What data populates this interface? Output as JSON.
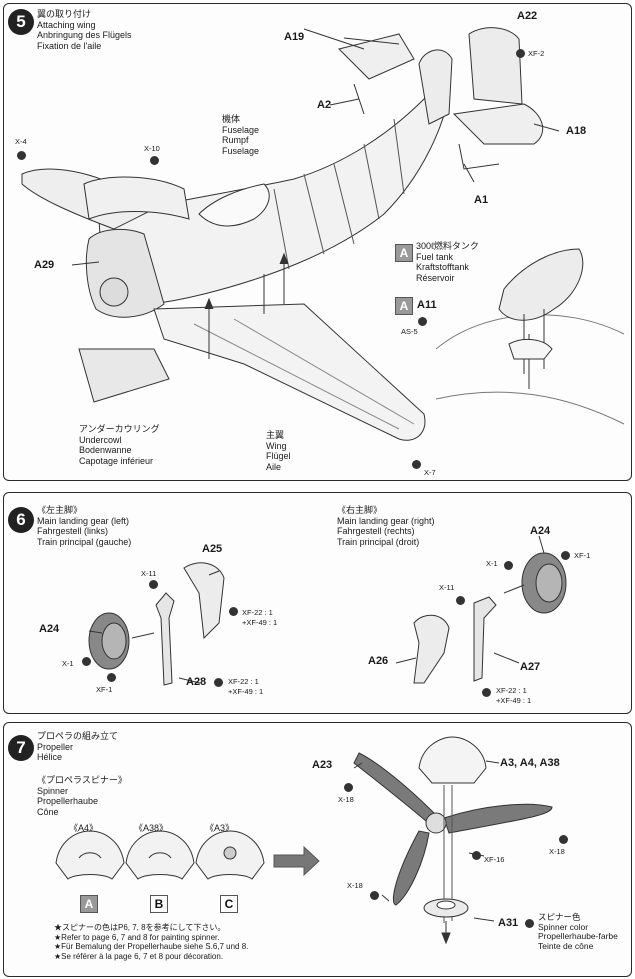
{
  "step5": {
    "number": "5",
    "title_lines": [
      "翼の取り付け",
      "Attaching wing",
      "Anbringung des Flügels",
      "Fixation de l'aile"
    ],
    "fuselage_lines": [
      "機体",
      "Fuselage",
      "Rumpf",
      "Fuselage"
    ],
    "undercowl_lines": [
      "アンダーカウリング",
      "Undercowl",
      "Bodenwanne",
      "Capotage inférieur"
    ],
    "wing_lines": [
      "主翼",
      "Wing",
      "Flügel",
      "Aile"
    ],
    "fueltank_lines": [
      "300ℓ燃料タンク",
      "Fuel tank",
      "Kraftstofftank",
      "Réservoir"
    ],
    "part_labels": {
      "a22": "A22",
      "a19": "A19",
      "a2": "A2",
      "a18": "A18",
      "a1": "A1",
      "a29": "A29",
      "a11": "A11"
    },
    "paint_codes": {
      "xf2": "XF-2",
      "x4": "X-4",
      "x10": "X-10",
      "as5": "AS-5",
      "x7": "X-7"
    },
    "option_mark": "A"
  },
  "step6": {
    "number": "6",
    "left_lines": [
      "《左主脚》",
      "Main landing gear (left)",
      "Fahrgestell (links)",
      "Train principal (gauche)"
    ],
    "right_lines": [
      "《右主脚》",
      "Main landing gear (right)",
      "Fahrgestell (rechts)",
      "Train principal (droit)"
    ],
    "left": {
      "a25": "A25",
      "a24": "A24",
      "a28": "A28",
      "x11": "X-11",
      "x1": "X-1",
      "xf1": "XF-1",
      "xf22": "XF-22 : 1",
      "xf49": "+XF-49 : 1",
      "xf22b": "XF-22 : 1",
      "xf49b": "+XF-49 : 1"
    },
    "right": {
      "a24": "A24",
      "a26": "A26",
      "a27": "A27",
      "x11": "X-11",
      "x1": "X-1",
      "xf1": "XF-1",
      "xf22": "XF-22 : 1",
      "xf49": "+XF-49 : 1"
    }
  },
  "step7": {
    "number": "7",
    "title_lines": [
      "プロペラの組み立て",
      "Propeller",
      "Hélice"
    ],
    "spinner_lines": [
      "《プロペラスピナー》",
      "Spinner",
      "Propellerhaube",
      "Cône"
    ],
    "options": [
      {
        "label": "《A4》",
        "mark": "A"
      },
      {
        "label": "《A38》",
        "mark": "B"
      },
      {
        "label": "《A3》",
        "mark": "C"
      }
    ],
    "notes": [
      "★スピナーの色はP6, 7, 8を参考にして下さい。",
      "★Refer to page 6, 7 and 8 for painting spinner.",
      "★Für Bemalung der Propellerhaube siehe S.6,7 und 8.",
      "★Se référer à la page 6, 7 et 8 pour décoration."
    ],
    "parts": {
      "a23": "A23",
      "a3_4_38": "A3, A4, A38",
      "a31": "A31",
      "x18a": "X-18",
      "x18b": "X-18",
      "x18c": "X-18",
      "xf16": "XF-16"
    },
    "spinner_color_lines": [
      "スピナー色",
      "Spinner color",
      "Propellerhaube-farbe",
      "Teinte de cône"
    ]
  }
}
